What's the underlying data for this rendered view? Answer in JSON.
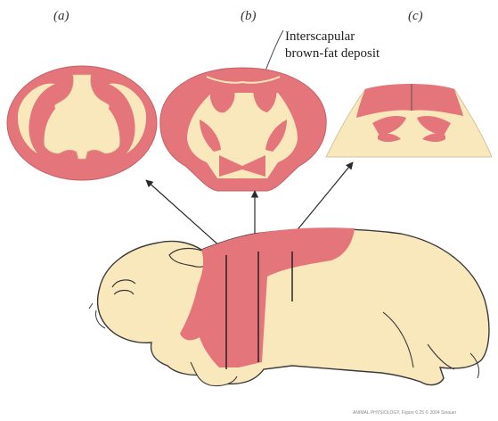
{
  "panels": [
    {
      "letter": "(a)"
    },
    {
      "letter": "(b)"
    },
    {
      "letter": "(c)"
    }
  ],
  "callout": {
    "line1": "Interscapular",
    "line2": "brown-fat deposit"
  },
  "credit": "ANIMAL PHYSIOLOGY, Figure 6.25 © 2004 Sinauer",
  "colors": {
    "brown_fat": "#e4757a",
    "body_tissue": "#fae8bd",
    "outline": "#3a3a3a",
    "background": "#ffffff"
  }
}
